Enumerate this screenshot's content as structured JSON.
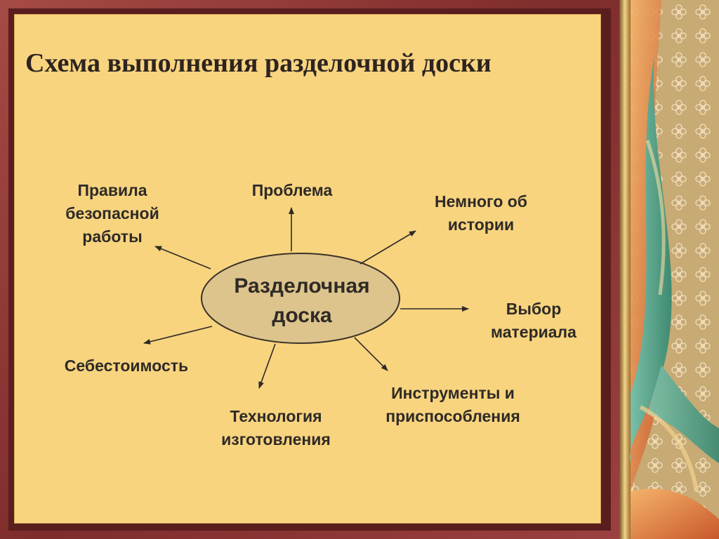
{
  "slide": {
    "title": "Схема выполнения разделочной доски"
  },
  "diagram": {
    "center": "Разделочная\nдоска",
    "branches": {
      "safety": "Правила\nбезопасной\nработы",
      "problem": "Проблема",
      "history": "Немного об\nистории",
      "material": "Выбор\nматериала",
      "tools": "Инструменты и\nприспособления",
      "technology": "Технология\nизготовления",
      "cost": "Себестоимость"
    }
  },
  "colors": {
    "slide_bg": "#f8d47f",
    "frame": "#8e3a3a",
    "ellipse_fill": "#ddc48c",
    "text": "#2e2a26",
    "side_pattern": "#c9ad78",
    "teal": "#5aa58e",
    "orange": "#e08a4a"
  }
}
